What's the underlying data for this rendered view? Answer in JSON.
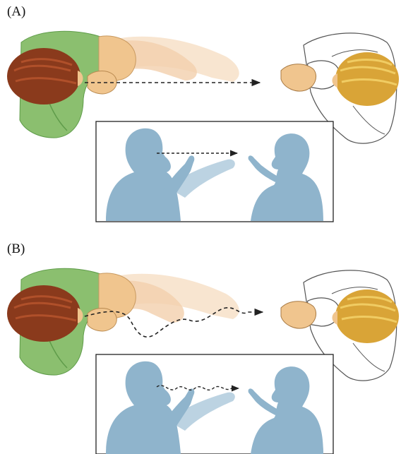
{
  "panels": [
    {
      "label": "(A)",
      "path_style": "straight"
    },
    {
      "label": "(B)",
      "path_style": "wavy"
    }
  ],
  "colors": {
    "signer_shirt": "#8bbf6f",
    "signer_shirt_dark": "#5f9c4a",
    "signer_hair": "#8a3a1c",
    "signer_hair_light": "#b0502a",
    "skin": "#f0c58e",
    "skin_ghost": "#f6dcc0",
    "viewer_hair": "#d9a437",
    "viewer_hair_light": "#f0cc63",
    "viewer_shirt": "#ffffff",
    "viewer_outline": "#555555",
    "silhouette": "#8fb4cc",
    "silhouette_ghost": "#bcd3e2",
    "arrow": "#222222"
  }
}
